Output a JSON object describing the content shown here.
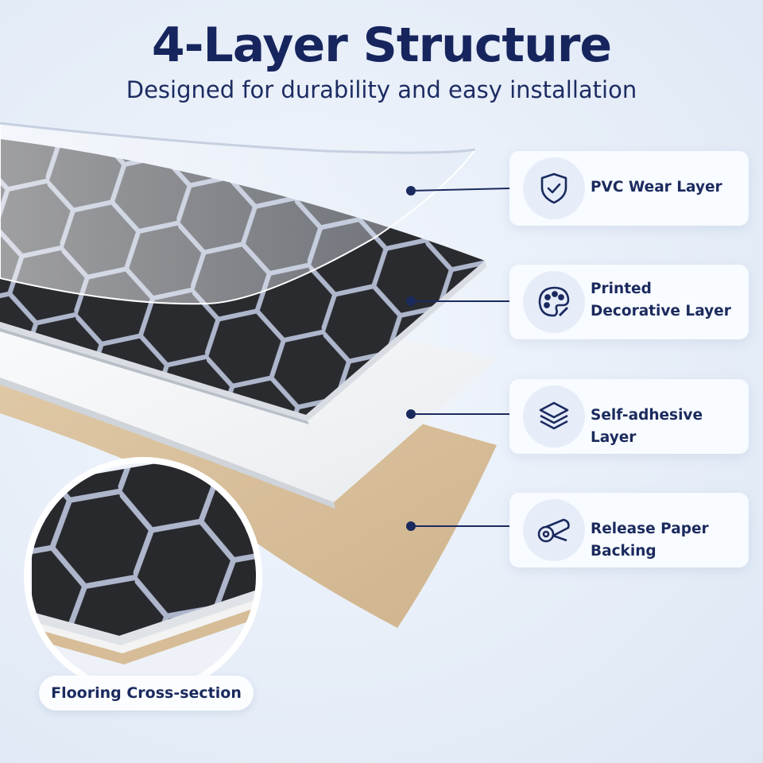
{
  "header": {
    "title": "4-Layer Structure",
    "subtitle": "Designed for durability and easy installation"
  },
  "layers": [
    {
      "label": "PVC Wear Layer",
      "icon": "shield-check-icon"
    },
    {
      "label": "Printed Decorative Layer",
      "icon": "palette-icon"
    },
    {
      "label": "Self-adhesive Layer",
      "icon": "stacked-layers-icon"
    },
    {
      "label": "Release Paper Backing",
      "icon": "paper-roll-icon"
    }
  ],
  "inset": {
    "label": "Flooring Cross-section"
  },
  "colors": {
    "accent": "#1b2a5e",
    "tile_dark": "#2a2b2f",
    "grout": "#aeb6cc",
    "adhesive": "#f4f5f6",
    "release_paper": "#d7bf9c",
    "icon_bg": "#e6edf9"
  }
}
